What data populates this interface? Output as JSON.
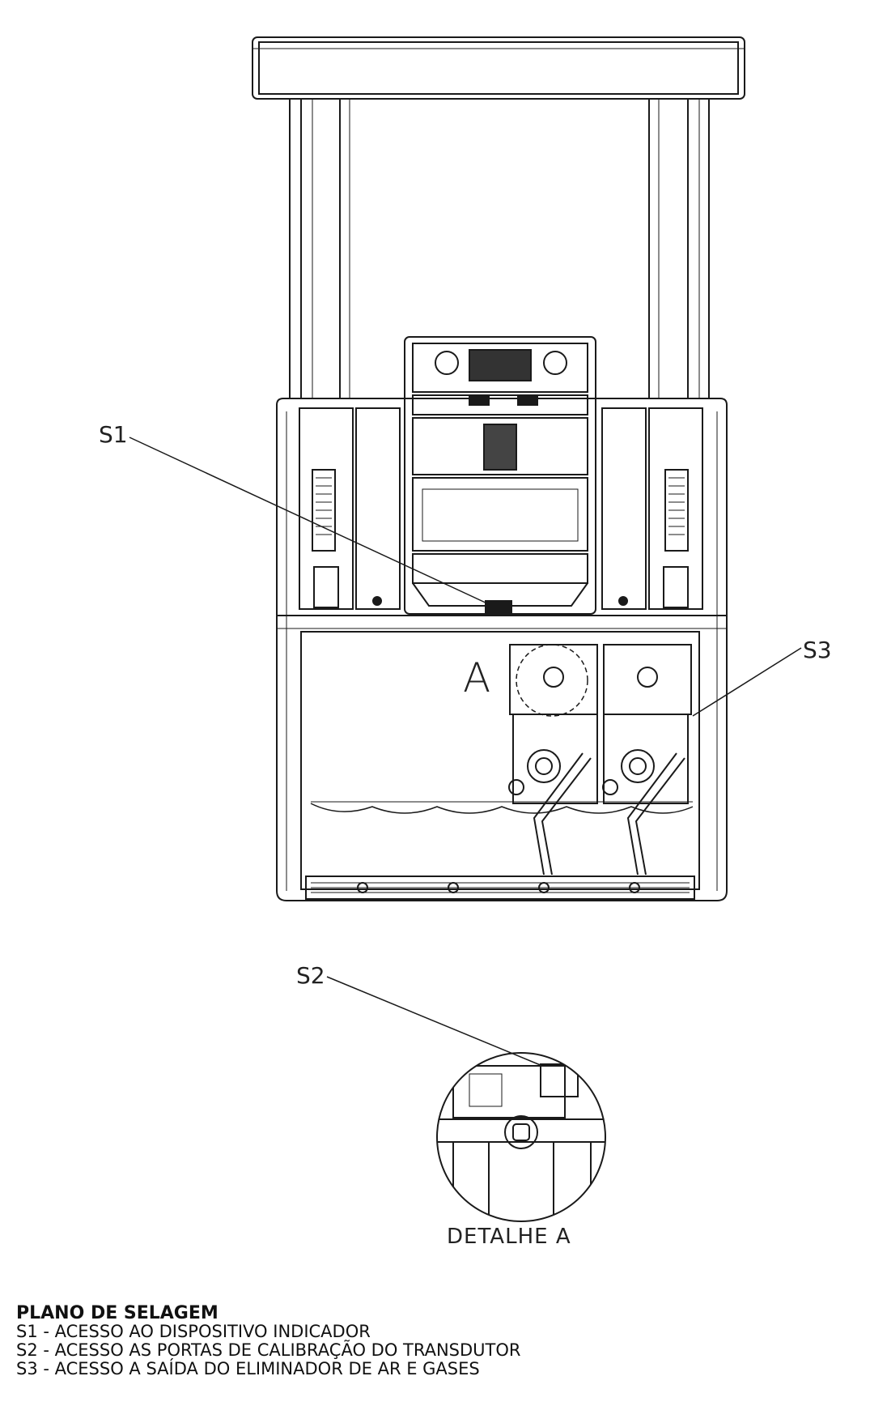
{
  "callouts": {
    "s1": "S1",
    "s2": "S2",
    "s3": "S3"
  },
  "detail": {
    "marker": "A",
    "caption": "DETALHE A"
  },
  "legend": {
    "title": "PLANO DE SELAGEM",
    "items": [
      "S1 - ACESSO AO DISPOSITIVO INDICADOR",
      "S2 - ACESSO AS PORTAS DE CALIBRAÇÃO DO TRANSDUTOR",
      "S3 - ACESSO A SAÍDA DO ELIMINADOR DE AR E GASES"
    ]
  },
  "colors": {
    "line": "#1a1a1a",
    "background": "#ffffff"
  }
}
